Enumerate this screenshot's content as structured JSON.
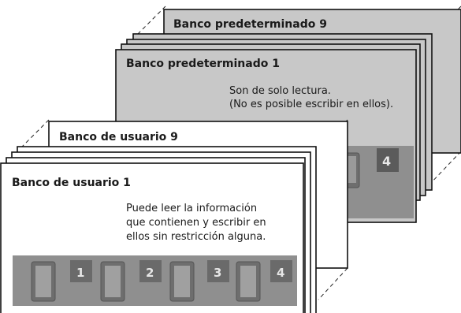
{
  "preset": {
    "back_title": "Banco predeterminado 9",
    "front_title": "Banco predeterminado 1",
    "desc_line1": "Son de solo lectura.",
    "desc_line2": "(No es posible escribir en ellos)."
  },
  "user": {
    "back_title": "Banco de usuario 9",
    "front_title": "Banco de usuario 1",
    "desc_line1": "Puede leer la información",
    "desc_line2": "que contienen y escribir en",
    "desc_line3": "ellos sin restricción alguna."
  },
  "pedal_labels": [
    "1",
    "2",
    "3",
    "4"
  ],
  "colors": {
    "preset_card": "#c8c8c8",
    "user_card": "#ffffff",
    "pedal_strip": "#8f8f8f"
  }
}
